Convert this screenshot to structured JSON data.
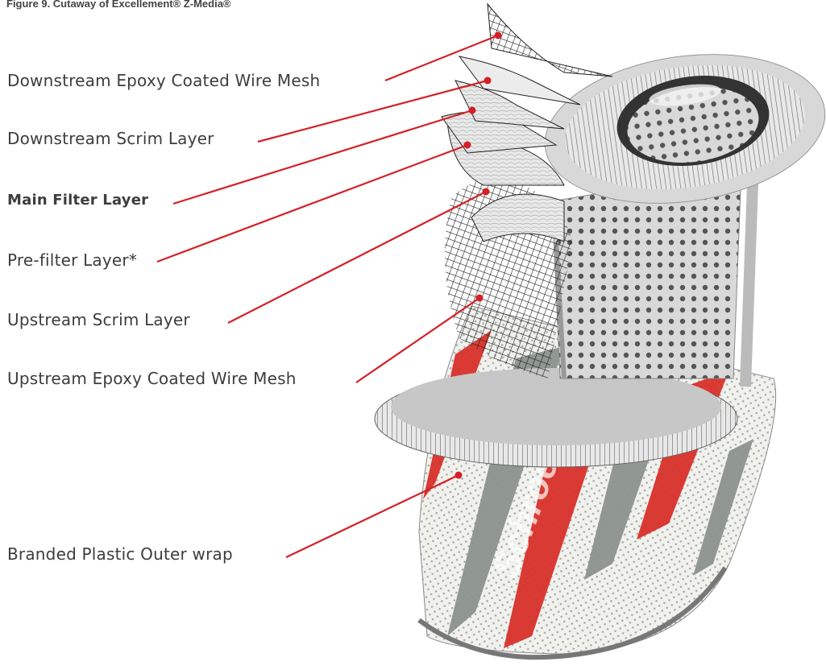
{
  "figure": {
    "caption": "Figure 9. Cutaway of Excellement® Z-Media®"
  },
  "callouts": [
    {
      "label": "Downstream Epoxy Coated Wire Mesh"
    },
    {
      "label": "Downstream Scrim Layer"
    },
    {
      "label": "Main Filter Layer"
    },
    {
      "label": "Pre-filter Layer*"
    },
    {
      "label": "Upstream Scrim Layer"
    },
    {
      "label": "Upstream Epoxy Coated Wire Mesh"
    },
    {
      "label": "Branded Plastic Outer wrap"
    }
  ],
  "brand": {
    "wrap_text": "Schroeder",
    "colors": {
      "brand_red": "#d9312b",
      "leader_line": "#d42027",
      "stripe_gray": "#8c948f"
    }
  }
}
